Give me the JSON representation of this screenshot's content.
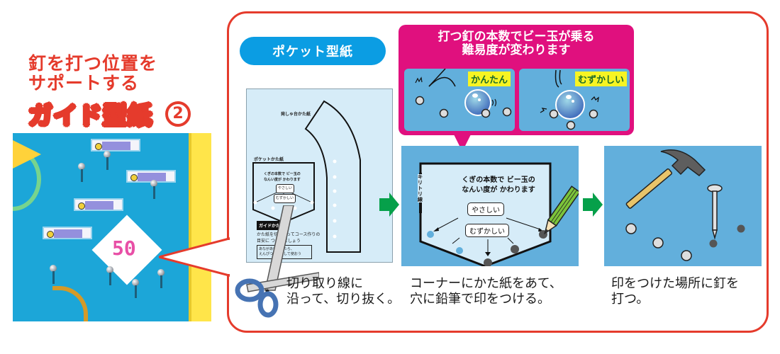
{
  "title": {
    "line1": "釘を打つ位置を",
    "line2": "サポートする",
    "big": "ガイド型紙",
    "number": "②"
  },
  "photo": {
    "sign_text": "50"
  },
  "section_label": "ポケット型紙",
  "callout": {
    "title_line1": "打つ釘の本数でビー玉が乗る",
    "title_line2": "難易度が変わります",
    "panels": [
      {
        "tag": "かんたん"
      },
      {
        "tag": "むずかしい"
      }
    ]
  },
  "template_paper": {
    "launcher_label": "発しゃ台かた紙",
    "pocket_label": "ポケットかた紙",
    "cut_line_label": "キリトリ線",
    "pocket_text_line1": "くぎの本数で ビー玉の",
    "pocket_text_line2": "なんい度が かわります",
    "easy": "やさしい",
    "hard": "むずかしい",
    "guide_label": "ガイドかた紙",
    "guide_note_line1": "かた紙を切り取ってコース作りの",
    "guide_note_line2": "目安に つかいましょう",
    "box_line1": "あながあいていたら、",
    "box_line2": "えんぴつで印をして使おう"
  },
  "steps": [
    {
      "caption_line1": "切り取り線に",
      "caption_line2": "沿って、切り抜く。"
    },
    {
      "text_line1": "くぎの本数で ビー玉の",
      "text_line2": "なんい度が かわります",
      "cut_line_label": "キリトリ線",
      "easy": "やさしい",
      "hard": "むずかしい",
      "caption_line1": "コーナーにかた紙をあて、",
      "caption_line2": "穴に鉛筆で印をつける。"
    },
    {
      "caption_line1": "印をつけた場所に釘を",
      "caption_line2": "打つ。"
    }
  ],
  "colors": {
    "frame_red": "#e53b2c",
    "pill_blue": "#0b9de3",
    "callout_magenta": "#e0107e",
    "panel_blue": "#62afdc",
    "arrow_green": "#06a04a",
    "tag_yellow": "#f7f423"
  }
}
